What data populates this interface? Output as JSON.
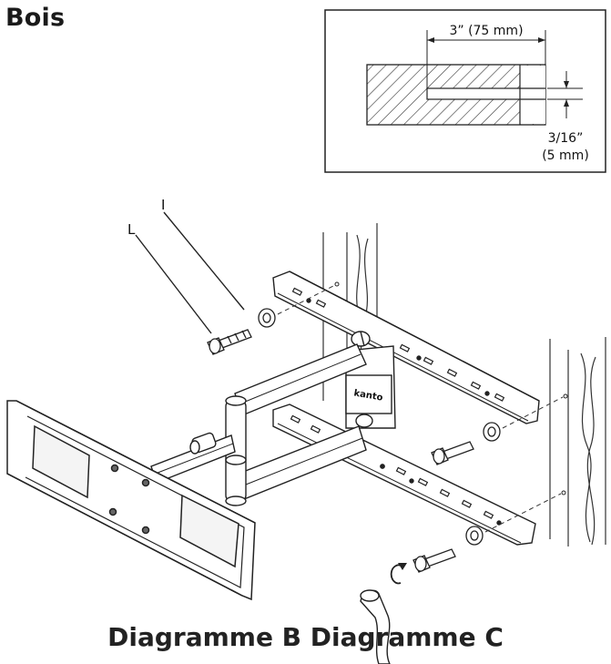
{
  "section_title": "Bois",
  "inset": {
    "width_label": "3” (75 mm)",
    "depth_label_1": "3/16”",
    "depth_label_2": "(5 mm)"
  },
  "callouts": {
    "label_i": "I",
    "label_l": "L"
  },
  "brand_plate": "kanto",
  "caption": "Diagramme B Diagramme C"
}
